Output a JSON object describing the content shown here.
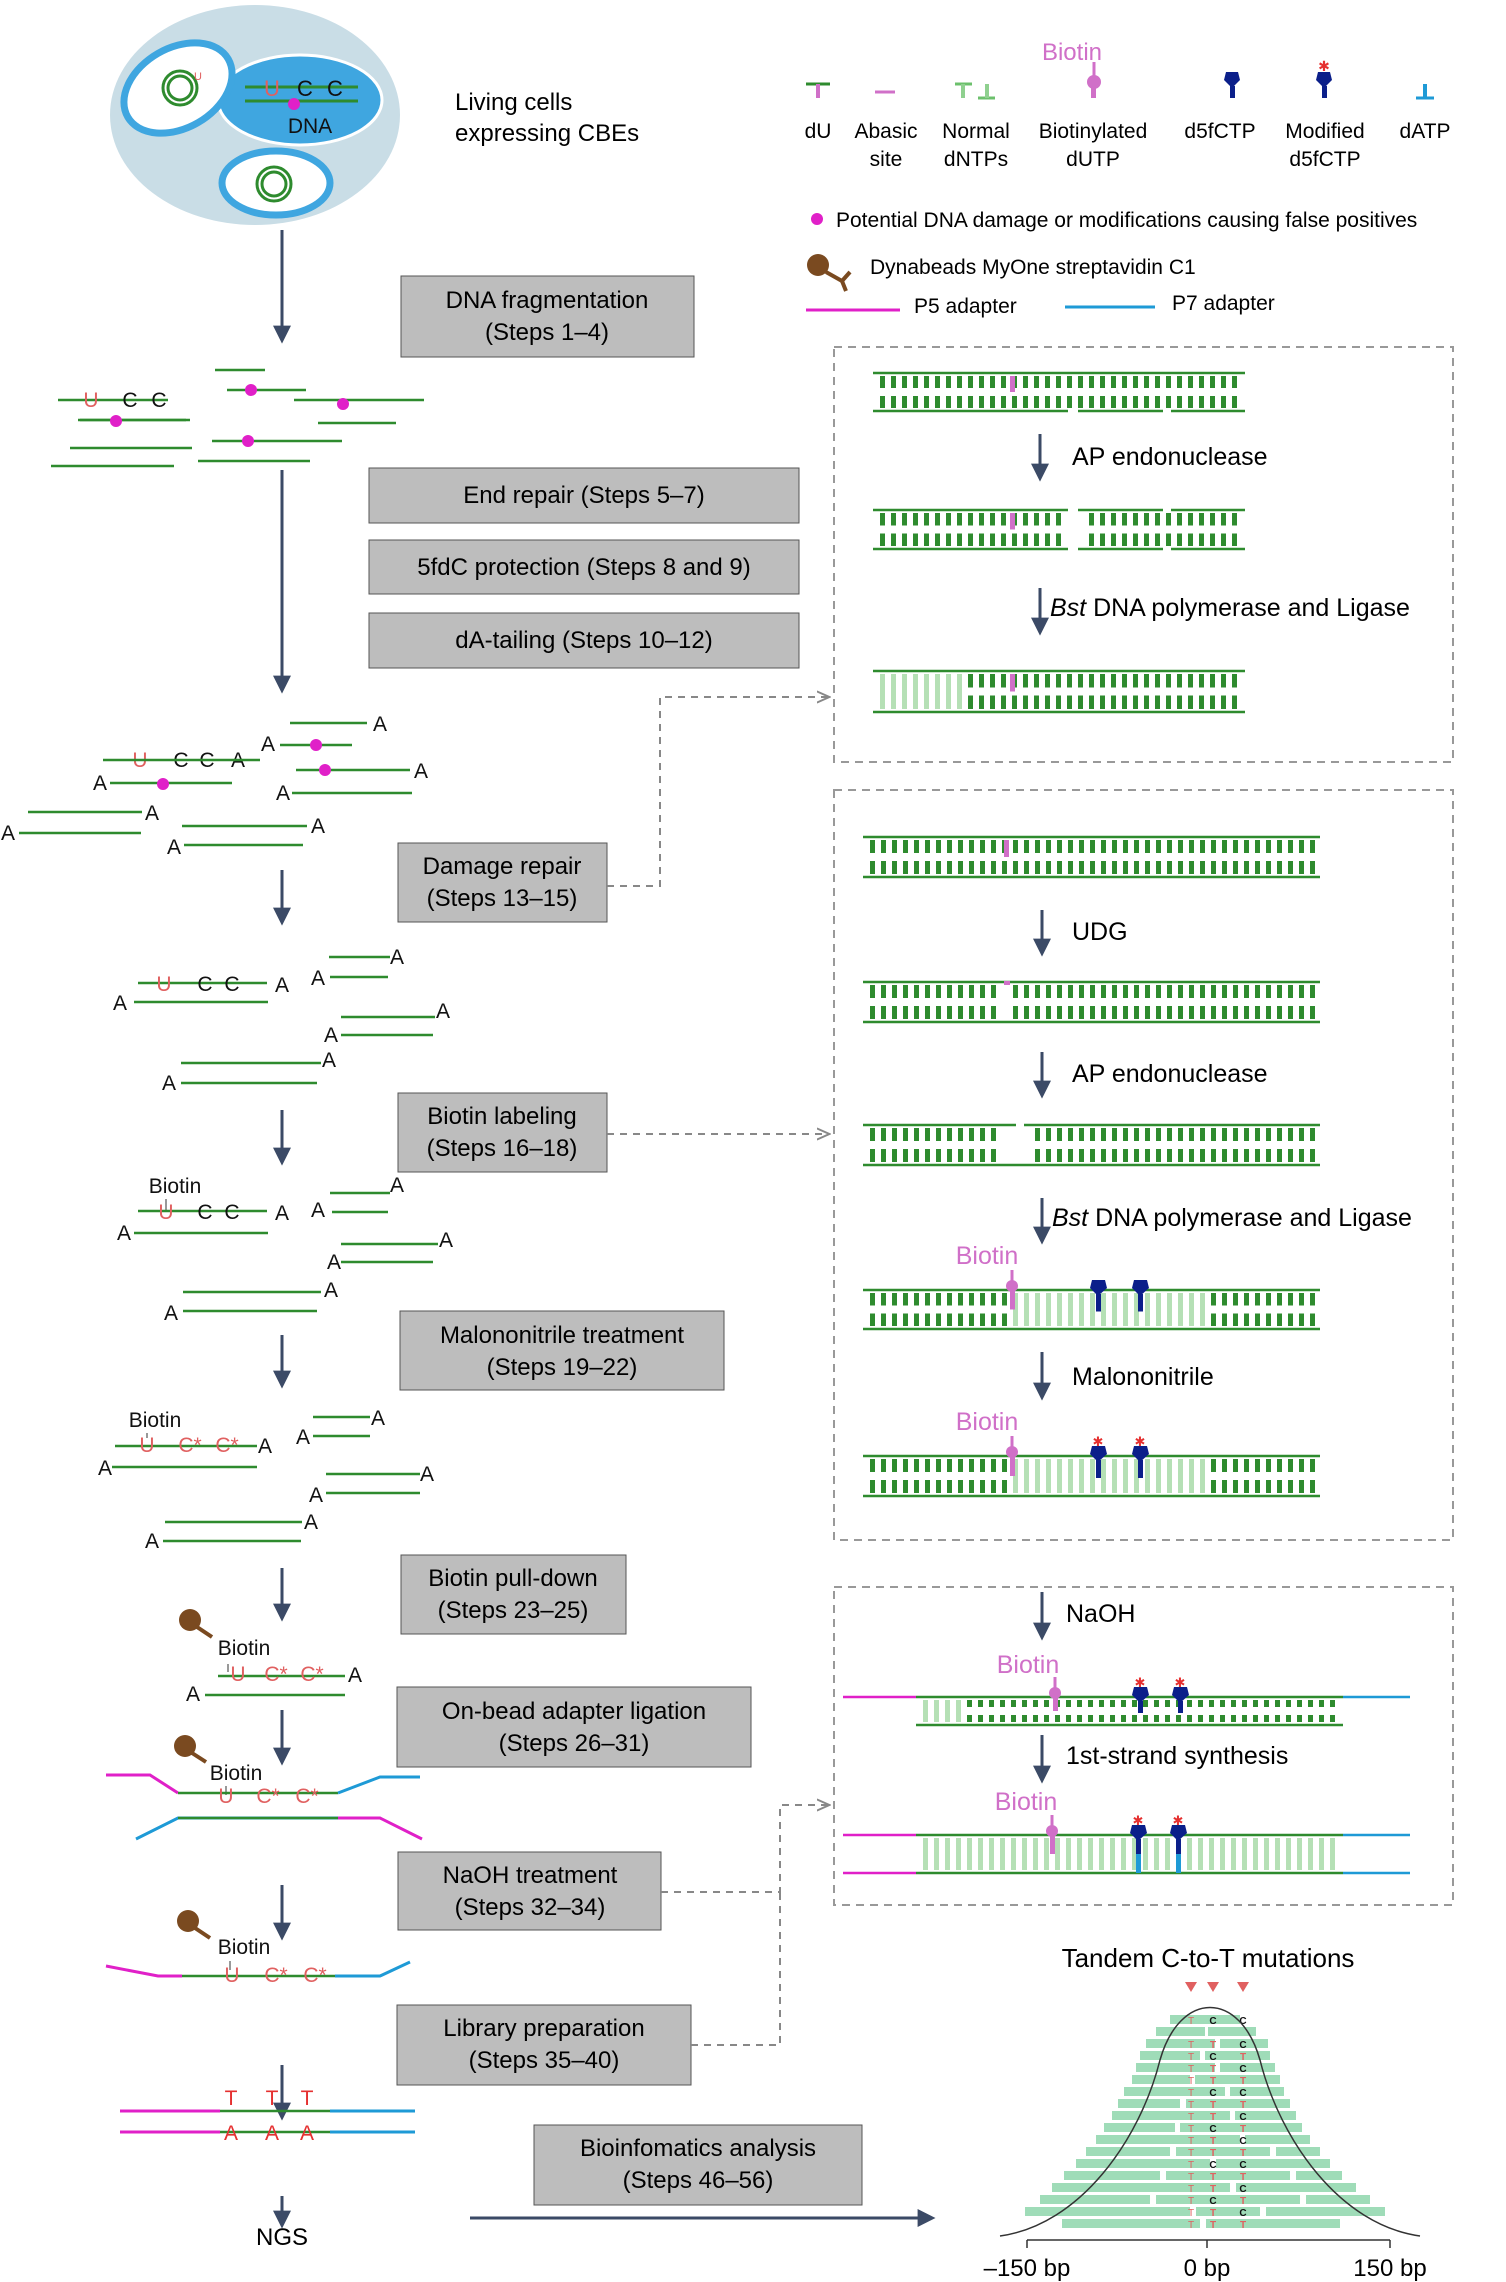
{
  "top": {
    "cells_label_line1": "Living cells",
    "cells_label_line2": "expressing CBEs",
    "nucleus_dna": "DNA",
    "nucleus_u": "U",
    "nucleus_c1": "C",
    "nucleus_c2": "C",
    "mito_u": "U"
  },
  "legend": {
    "biotin_head": "Biotin",
    "items": [
      {
        "line1": "dU",
        "line2": ""
      },
      {
        "line1": "Abasic",
        "line2": "site"
      },
      {
        "line1": "Normal",
        "line2": "dNTPs"
      },
      {
        "line1": "Biotinylated",
        "line2": "dUTP"
      },
      {
        "line1": "d5fCTP",
        "line2": ""
      },
      {
        "line1": "Modified",
        "line2": "d5fCTP"
      },
      {
        "line1": "dATP",
        "line2": ""
      }
    ],
    "damage_note": "Potential DNA damage or modifications causing false positives",
    "beads": "Dynabeads MyOne streptavidin C1",
    "p5": "P5 adapter",
    "p7": "P7 adapter"
  },
  "steps": [
    {
      "l1": "DNA fragmentation",
      "l2": "(Steps 1–4)"
    },
    {
      "l1": "End repair (Steps 5–7)",
      "l2": ""
    },
    {
      "l1": "5fdC protection (Steps 8 and 9)",
      "l2": ""
    },
    {
      "l1": "dA-tailing (Steps 10–12)",
      "l2": ""
    },
    {
      "l1": "Damage repair",
      "l2": "(Steps 13–15)"
    },
    {
      "l1": "Biotin labeling",
      "l2": "(Steps 16–18)"
    },
    {
      "l1": "Malononitrile treatment",
      "l2": "(Steps 19–22)"
    },
    {
      "l1": "Biotin pull-down",
      "l2": "(Steps 23–25)"
    },
    {
      "l1": "On-bead adapter ligation",
      "l2": "(Steps 26–31)"
    },
    {
      "l1": "NaOH treatment",
      "l2": "(Steps 32–34)"
    },
    {
      "l1": "Library preparation",
      "l2": "(Steps 35–40)"
    },
    {
      "l1": "Bioinfomatics analysis",
      "l2": "(Steps 46–56)"
    }
  ],
  "seq": {
    "U": "U",
    "C": "C",
    "Cstar": "C*",
    "A": "A",
    "T": "T",
    "biotin": "Biotin",
    "ngs": "NGS"
  },
  "panel1": {
    "ap": "AP endonuclease",
    "bst_italic": "Bst",
    "bst_rest": " DNA polymerase and Ligase"
  },
  "panel2": {
    "udg": "UDG",
    "ap": "AP endonuclease",
    "bst_italic": "Bst",
    "bst_rest": " DNA polymerase and Ligase",
    "malononitrile": "Malononitrile",
    "biotin": "Biotin"
  },
  "panel3": {
    "naoh": "NaOH",
    "first_strand": "1st-strand synthesis",
    "biotin": "Biotin"
  },
  "plot": {
    "title": "Tandem C-to-T mutations",
    "x_ticks": [
      "–150 bp",
      "0 bp",
      "150 bp"
    ],
    "read_letters": [
      "T",
      "C"
    ]
  },
  "colors": {
    "dna": "#2e8b2e",
    "magenta": "#e020c8",
    "pink_text": "#e06060",
    "biotin": "#d070c8",
    "navy": "#0b1f8a",
    "blue": "#1e9ad6",
    "box": "#bdbdbd",
    "arrow": "#3b4a66",
    "bead": "#7a4a20",
    "read": "#9fdcb8",
    "cell": "#c9dde6"
  }
}
